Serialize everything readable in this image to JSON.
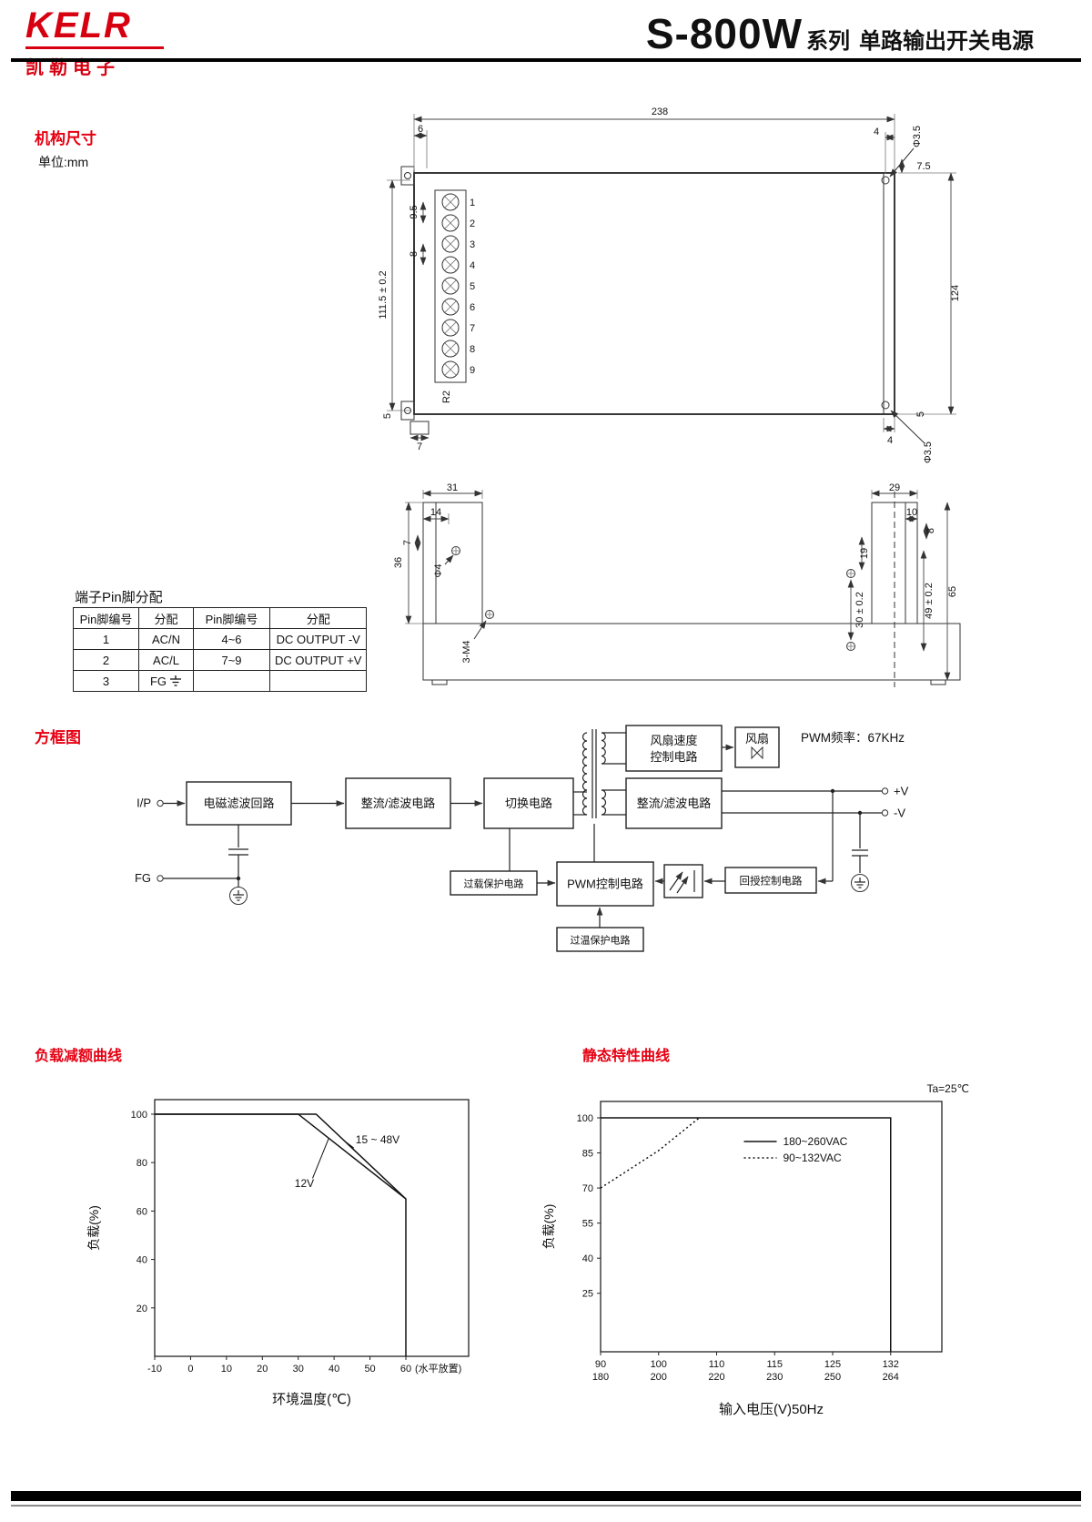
{
  "header": {
    "logo_text": "KELR",
    "logo_sub": "凯勒电子",
    "model": "S-800W",
    "series": "系列",
    "subtitle": "单路输出开关电源"
  },
  "mech": {
    "title": "机构尺寸",
    "unit": "单位:mm",
    "pin_numbers": [
      "1",
      "2",
      "3",
      "4",
      "5",
      "6",
      "7",
      "8",
      "9"
    ],
    "dims": {
      "w238": "238",
      "d6": "6",
      "d4_top": "4",
      "phi35_top": "Φ3.5",
      "d75": "7.5",
      "h124": "124",
      "h1115": "111.5 ± 0.2",
      "p95": "9.5",
      "p8": "8",
      "r2": "R2",
      "d5_left": "5",
      "d7_bottom": "7",
      "d5_right": "5",
      "d4_bottom": "4",
      "phi35_bottom": "Φ3.5",
      "w31": "31",
      "w14": "14",
      "d7_side": "7",
      "phi4": "Φ4",
      "h36": "36",
      "m4": "3-M4",
      "w29": "29",
      "w10": "10",
      "d8_side": "8",
      "d19": "19",
      "h30": "30 ± 0.2",
      "h49": "49 ± 0.2",
      "h65": "65"
    }
  },
  "pin_table": {
    "title": "端子Pin脚分配",
    "headers": [
      "Pin脚编号",
      "分配",
      "Pin脚编号",
      "分配"
    ],
    "rows": [
      [
        "1",
        "AC/N",
        "4~6",
        "DC OUTPUT -V"
      ],
      [
        "2",
        "AC/L",
        "7~9",
        "DC OUTPUT +V"
      ],
      [
        "3",
        "FG",
        "",
        ""
      ]
    ]
  },
  "block_diagram": {
    "title": "方框图",
    "pwm_freq": "PWM频率：67KHz",
    "labels": {
      "ip": "I/P",
      "fg": "FG",
      "vplus": "+V",
      "vminus": "-V",
      "emi": "电磁滤波回路",
      "rectifier1": "整流/滤波电路",
      "switching": "切换电路",
      "rectifier2": "整流/滤波电路",
      "fan_ctrl_line1": "风扇速度",
      "fan_ctrl_line2": "控制电路",
      "fan": "风扇",
      "pwm": "PWM控制电路",
      "overload": "过载保护电路",
      "overtemp": "过温保护电路",
      "feedback": "回授控制电路"
    }
  },
  "derating": {
    "title": "负载减额曲线"
  },
  "static_curve": {
    "title": "静态特性曲线"
  },
  "chart_data": [
    {
      "id": "chart-derating",
      "type": "line",
      "title": "负载减额曲线",
      "xlabel": "环境温度(℃)",
      "ylabel": "负载(%)",
      "x_extra_label": "(水平放置)",
      "xticks": {
        "values": [
          -10,
          0,
          10,
          20,
          30,
          40,
          50,
          60
        ]
      },
      "xspan": 0.8,
      "yticks": [
        20,
        40,
        60,
        80,
        100
      ],
      "ylim": [
        0,
        106
      ],
      "margin": {
        "l": 80,
        "t": 28,
        "r": 55,
        "b": 80
      },
      "series": [
        {
          "name": "15~48V",
          "style": "solid",
          "points": [
            [
              -10,
              100
            ],
            [
              35,
              100
            ],
            [
              60,
              65
            ],
            [
              60,
              0
            ]
          ]
        },
        {
          "name": "12V",
          "style": "solid",
          "points": [
            [
              -10,
              100
            ],
            [
              30,
              100
            ],
            [
              60,
              65
            ]
          ]
        }
      ],
      "annotations": [
        {
          "text": "15 ~ 48V",
          "x": 46,
          "y": 88,
          "leader": [
            45.5,
            86,
            43,
            88.8
          ]
        },
        {
          "text": "12V",
          "x": 29,
          "y": 70,
          "leader": [
            34,
            73.5,
            38.5,
            90
          ]
        }
      ]
    },
    {
      "id": "chart-static",
      "type": "line",
      "title": "静态特性曲线",
      "xlabel": "输入电压(V)50Hz",
      "ylabel": "负载(%)",
      "corner_label": "Ta=25℃",
      "xticks": {
        "values": [
          90,
          100,
          110,
          115,
          125,
          132
        ],
        "labels2": [
          "180",
          "200",
          "220",
          "230",
          "250",
          "264"
        ]
      },
      "xspan": 0.85,
      "yticks": [
        25,
        40,
        55,
        70,
        85,
        100
      ],
      "ylim": [
        0,
        107
      ],
      "margin": {
        "l": 70,
        "t": 30,
        "r": 45,
        "b": 105
      },
      "series": [
        {
          "name": "180~260VAC",
          "style": "solid",
          "points": [
            [
              90,
              100
            ],
            [
              132,
              100
            ],
            [
              132,
              0
            ]
          ]
        },
        {
          "name": "90~132VAC",
          "style": "dotted",
          "points": [
            [
              90,
              70
            ],
            [
              100,
              86
            ],
            [
              107,
              100
            ]
          ]
        }
      ],
      "legend": {
        "x": 0.42,
        "y": 0.16,
        "items": [
          {
            "label": "180~260VAC",
            "style": "solid"
          },
          {
            "label": "90~132VAC",
            "style": "dotted"
          }
        ]
      }
    }
  ]
}
